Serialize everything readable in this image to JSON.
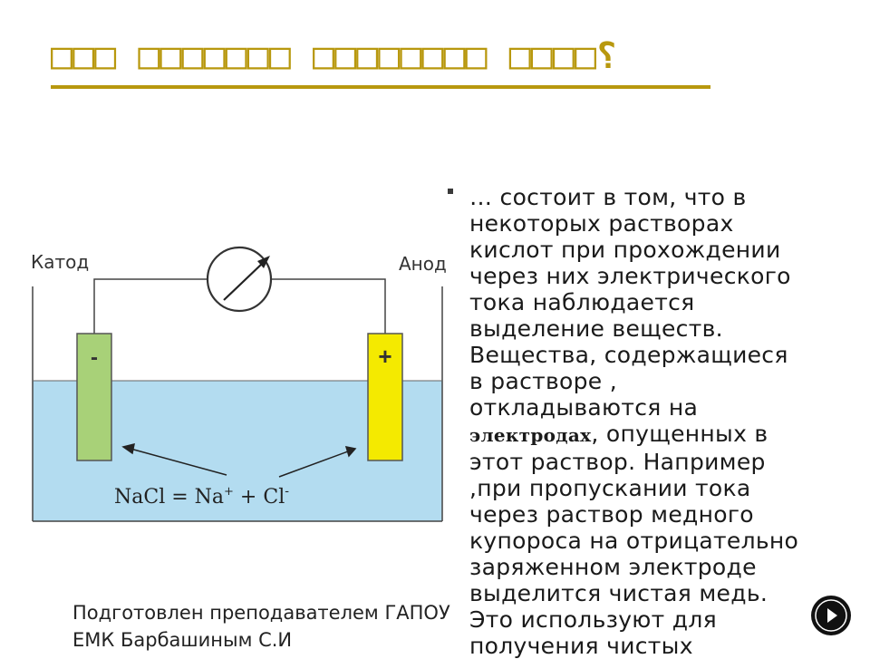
{
  "slide": {
    "title": "□□□ □□□□□□□ □□□□□□□□ □□□□؟",
    "paragraph_lines": [
      "… состоит в том, что в",
      "некоторых растворах",
      "кислот при прохождении",
      "через них электрического",
      "тока  наблюдается",
      "выделение веществ.",
      "Вещества, содержащиеся",
      "в растворе ,",
      "откладываются  на"
    ],
    "bold_word": "электродах",
    "line_after_bold": ", опущенных в",
    "paragraph_lines_2": [
      "этот раствор. Например",
      ",при пропускании тока",
      "через раствор медного",
      "купороса на отрицательно",
      "заряженном электроде",
      "выделится чистая медь.",
      "Это используют для",
      "получения чистых"
    ],
    "footer_line1": "Подготовлен преподавателем ГАПОУ",
    "footer_line2": "ЕМК Барбашиным С.И"
  },
  "diagram": {
    "cathode_label": "Катод",
    "anode_label": "Анод",
    "cathode_sign": "-",
    "anode_sign": "+",
    "equation_nacl": "NaCl = Na",
    "equation_na_sup": "+",
    "equation_plus": " + Cl",
    "equation_cl_sup": "-",
    "colors": {
      "solution": "#b3dcf0",
      "cathode": "#a8d178",
      "anode": "#f4ea00",
      "title": "#b8980e"
    }
  }
}
